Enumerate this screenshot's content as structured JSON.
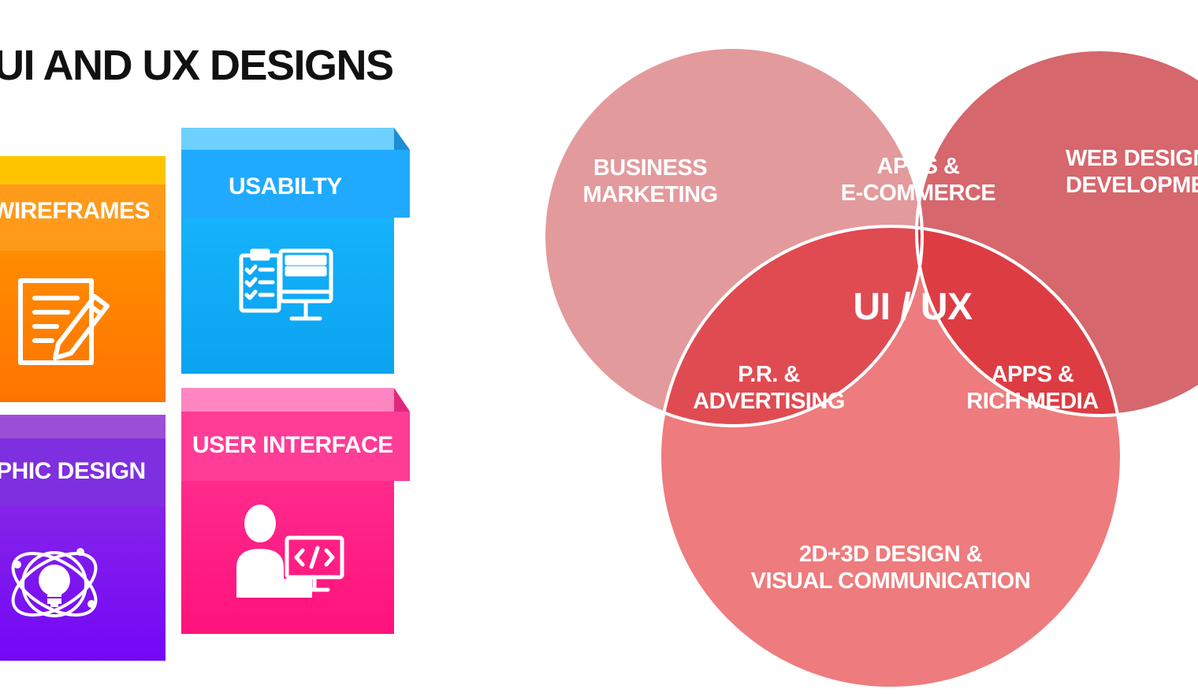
{
  "page": {
    "title": "UI AND UX DESIGNS"
  },
  "tiles": {
    "wireframes": {
      "label": "WIREFRAMES",
      "color_top": "#ffc400",
      "color_band": "#ff9a1a",
      "color_body": "#ff7a00"
    },
    "usability": {
      "label": "USABILTY",
      "color_top": "#6fd1ff",
      "color_band": "#20aaff",
      "color_body": "#0fa8f5"
    },
    "graphic_design": {
      "label": "GRAPHIC DESIGN",
      "color_top": "#9b4fd6",
      "color_band": "#7e2fe0",
      "color_body": "#7a12f0"
    },
    "user_interface": {
      "label": "USER INTERFACE",
      "color_top": "#ff86c0",
      "color_band": "#ff3c96",
      "color_body": "#ff1f86"
    }
  },
  "icons": {
    "wireframes": "document-pencil-icon",
    "usability": "checklist-monitor-icon",
    "graphic_design": "atom-lightbulb-icon",
    "user_interface": "developer-computer-icon"
  },
  "venn": {
    "business_marketing": [
      "BUSINESS",
      "MARKETING"
    ],
    "web_design": [
      "WEB DESIGN &",
      "DEVELOPMENT"
    ],
    "visual_communication": [
      "2D+3D DESIGN &",
      "VISUAL COMMUNICATION"
    ],
    "apps_ecommerce": [
      "APPS &",
      "E-COMMERCE"
    ],
    "pr_advertising": [
      "P.R. &",
      "ADVERTISING"
    ],
    "apps_rich_media": [
      "APPS &",
      "RICH MEDIA"
    ],
    "center": "UI / UX",
    "colors": {
      "business": "#e39a9c",
      "web": "#d5676d",
      "visual": "#ee7b7d",
      "apps_ecommerce": "#d35961",
      "pr_advertising": "#e04b52",
      "apps_rich_media": "#dd3c43",
      "center": "#da2f36"
    }
  }
}
